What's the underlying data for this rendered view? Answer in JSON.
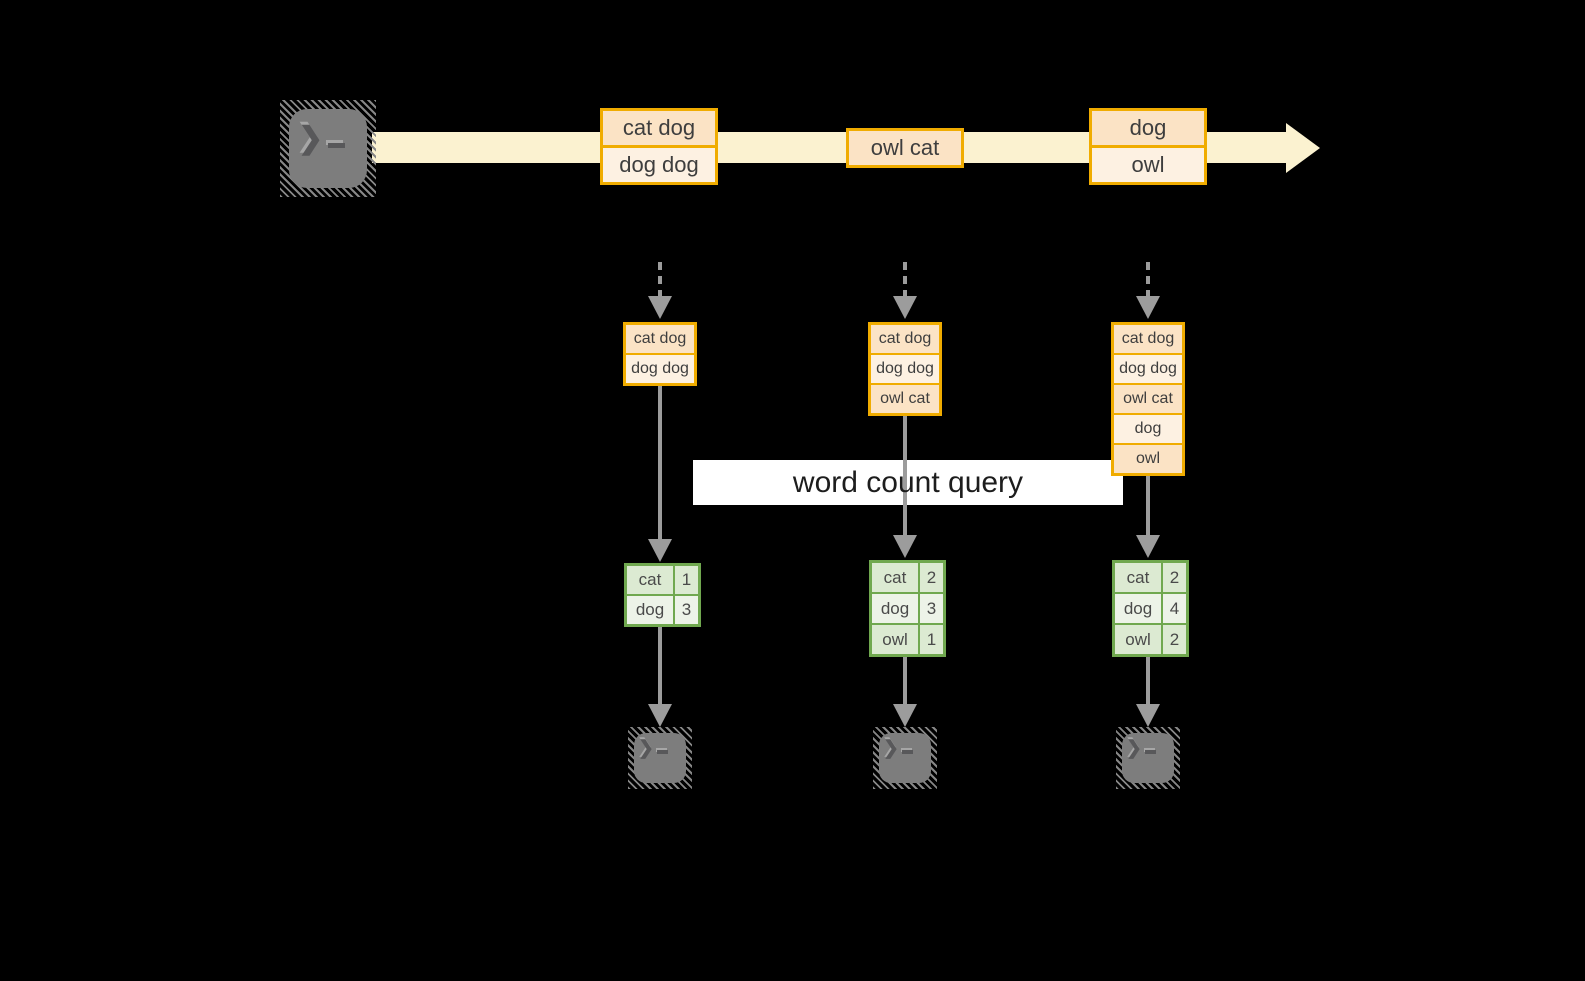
{
  "query_label": "word count query",
  "stream": {
    "events": [
      {
        "rows": [
          "cat dog",
          "dog dog"
        ]
      },
      {
        "rows": [
          "owl cat"
        ]
      },
      {
        "rows": [
          "dog",
          "owl"
        ]
      }
    ]
  },
  "columns": [
    {
      "batch": [
        "cat dog",
        "dog dog"
      ],
      "counts": [
        {
          "word": "cat",
          "n": "1"
        },
        {
          "word": "dog",
          "n": "3"
        }
      ]
    },
    {
      "batch": [
        "cat dog",
        "dog dog",
        "owl cat"
      ],
      "counts": [
        {
          "word": "cat",
          "n": "2"
        },
        {
          "word": "dog",
          "n": "3"
        },
        {
          "word": "owl",
          "n": "1"
        }
      ]
    },
    {
      "batch": [
        "cat dog",
        "dog dog",
        "owl cat",
        "dog",
        "owl"
      ],
      "counts": [
        {
          "word": "cat",
          "n": "2"
        },
        {
          "word": "dog",
          "n": "4"
        },
        {
          "word": "owl",
          "n": "2"
        }
      ]
    }
  ],
  "icons": {
    "terminal_prompt": "❯"
  },
  "colors": {
    "background": "#000000",
    "accent_orange": "#f0ac00",
    "peach_dark": "#fbe3c5",
    "peach_light": "#fdf1e2",
    "stream_fill": "#fbf2d0",
    "green_border": "#70a84f",
    "green_row_dark": "#dcead2",
    "green_row_light": "#edf3e8",
    "arrow_gray": "#9c9c9c",
    "terminal_gray": "#7d7d7d",
    "query_band": "#ffffff"
  }
}
